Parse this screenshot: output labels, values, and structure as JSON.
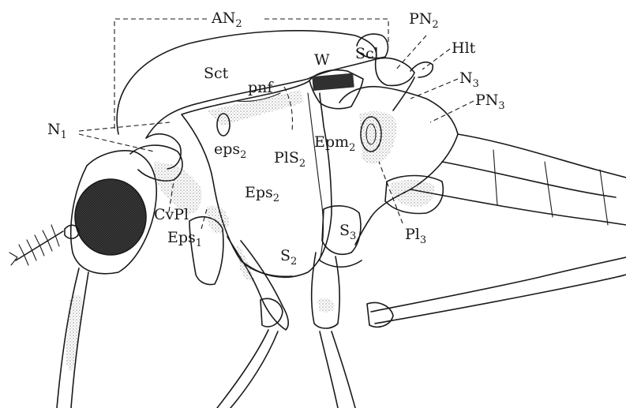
{
  "labels": {
    "AN2": {
      "main": "AN",
      "sub": "2"
    },
    "PN2": {
      "main": "PN",
      "sub": "2"
    },
    "Hlt": {
      "main": "Hlt"
    },
    "N3": {
      "main": "N",
      "sub": "3"
    },
    "PN3": {
      "main": "PN",
      "sub": "3"
    },
    "W": {
      "main": "W"
    },
    "Scl": {
      "main": "Scl"
    },
    "Sct": {
      "main": "Sct"
    },
    "pnf": {
      "main": "pnf"
    },
    "N1": {
      "main": "N",
      "sub": "1"
    },
    "eps2": {
      "main": "eps",
      "sub": "2"
    },
    "PlS2": {
      "main": "PlS",
      "sub": "2"
    },
    "Epm2": {
      "main": "Epm",
      "sub": "2"
    },
    "Eps2": {
      "main": "Eps",
      "sub": "2"
    },
    "CvPl": {
      "main": "CvPl"
    },
    "Eps1": {
      "main": "Eps",
      "sub": "1"
    },
    "S2": {
      "main": "S",
      "sub": "2"
    },
    "S3": {
      "main": "S",
      "sub": "3"
    },
    "Pl3": {
      "main": "Pl",
      "sub": "3"
    }
  }
}
